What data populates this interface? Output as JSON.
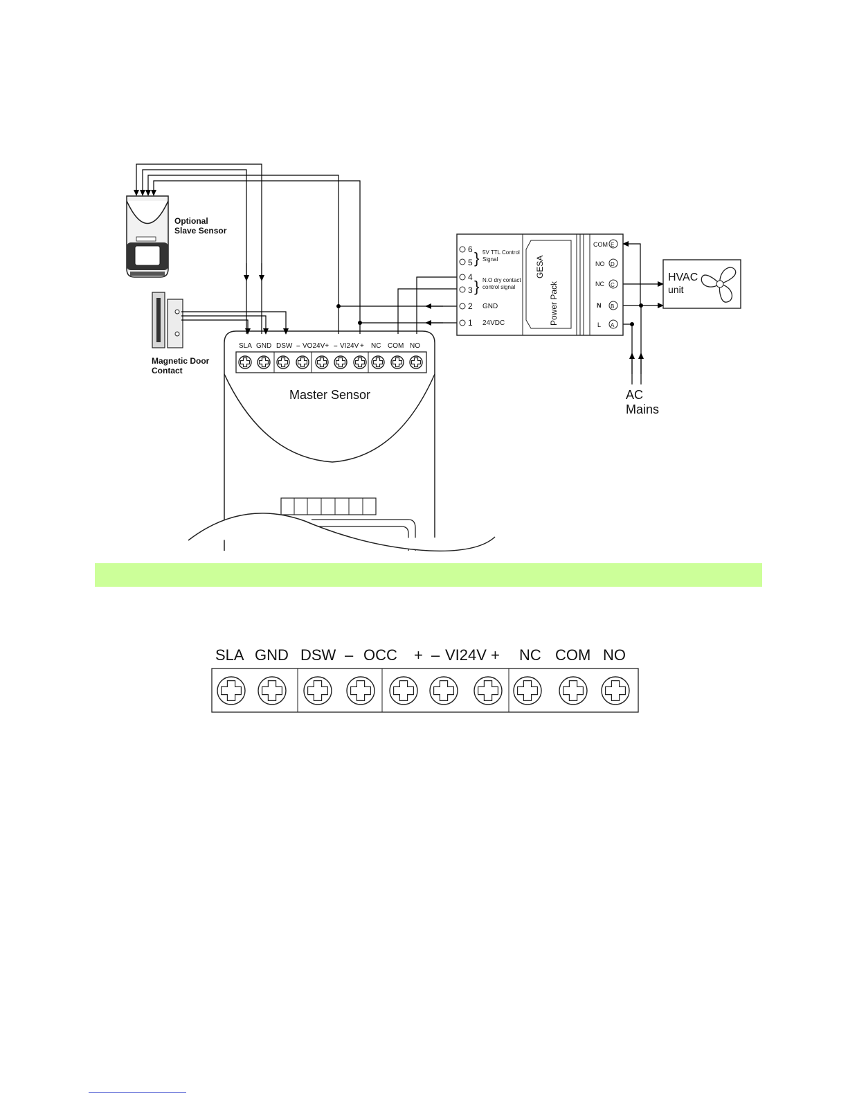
{
  "slave_sensor": {
    "line1": "Optional",
    "line2": "Slave Sensor"
  },
  "door_contact": {
    "line1": "Magnetic Door",
    "line2": "Contact"
  },
  "master_sensor": {
    "title": "Master Sensor",
    "terminals": [
      "SLA",
      "GND",
      "DSW",
      "–",
      "VO24V+",
      "–",
      "VI24V",
      "+",
      "NC",
      "COM",
      "NO"
    ]
  },
  "power_pack": {
    "brand": "GESA",
    "name": "Power Pack",
    "left_terminals": [
      {
        "num": "6",
        "label": ""
      },
      {
        "num": "5",
        "label": ""
      },
      {
        "num": "4",
        "label": ""
      },
      {
        "num": "3",
        "label": ""
      },
      {
        "num": "2",
        "label": "GND"
      },
      {
        "num": "1",
        "label": "24VDC"
      }
    ],
    "group_5v_line1": "5V TTL Control",
    "group_5v_line2": "Signal",
    "group_no_line1": "N.O dry contact",
    "group_no_line2": "control signal",
    "right_terminals": [
      {
        "label": "COM",
        "letter": "E"
      },
      {
        "label": "NO",
        "letter": "D"
      },
      {
        "label": "NC",
        "letter": "C"
      },
      {
        "label": "N",
        "letter": "B"
      },
      {
        "label": "L",
        "letter": "A"
      }
    ]
  },
  "hvac": {
    "line1": "HVAC",
    "line2": "unit"
  },
  "ac_mains": {
    "line1": "AC",
    "line2": "Mains"
  },
  "terminal_strip": {
    "labels": [
      "SLA",
      "GND",
      "DSW",
      "–",
      "OCC",
      "+",
      "–",
      "VI24V",
      "+",
      "NC",
      "COM",
      "NO"
    ]
  },
  "colors": {
    "band": "#ccff99",
    "footer_line": "#3344cc"
  }
}
